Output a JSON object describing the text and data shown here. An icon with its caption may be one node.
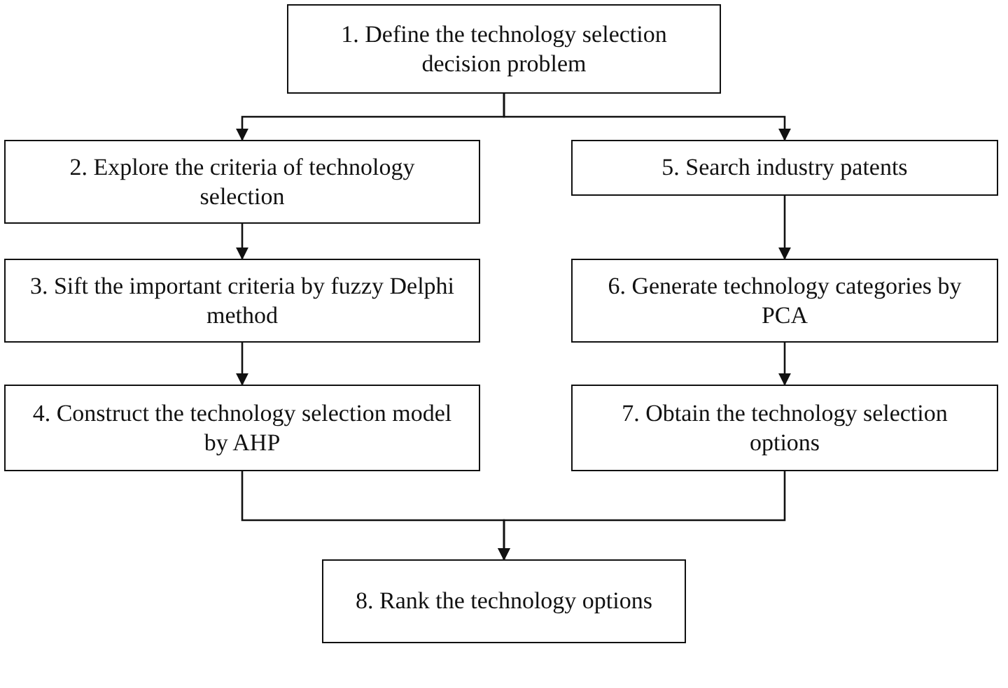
{
  "diagram": {
    "nodes": [
      {
        "text": [
          "1. Define the technology selection decision problem"
        ]
      },
      {
        "text": [
          "2. Explore the criteria of technology selection"
        ]
      },
      {
        "text": [
          "3. Sift the important criteria by fuzzy Delphi method"
        ]
      },
      {
        "text": [
          "4. Construct the technology selection model by AHP"
        ]
      },
      {
        "text": [
          "5. Search industry patents"
        ]
      },
      {
        "text": [
          "6. Generate technology categories by PCA"
        ]
      },
      {
        "text": [
          "7. Obtain the technology selection options"
        ]
      },
      {
        "text": [
          "8. Rank the technology options"
        ]
      }
    ],
    "edges": [
      {
        "from": 0,
        "to": 1,
        "arrow": "to"
      },
      {
        "from": 0,
        "to": 4,
        "arrow": "to"
      },
      {
        "from": 1,
        "to": 2,
        "arrow": "to"
      },
      {
        "from": 2,
        "to": 3,
        "arrow": "to"
      },
      {
        "from": 4,
        "to": 5,
        "arrow": "to"
      },
      {
        "from": 5,
        "to": 6,
        "arrow": "to"
      },
      {
        "from": 3,
        "to": 7,
        "arrow": "to"
      },
      {
        "from": 6,
        "to": 7,
        "arrow": "to"
      }
    ]
  }
}
